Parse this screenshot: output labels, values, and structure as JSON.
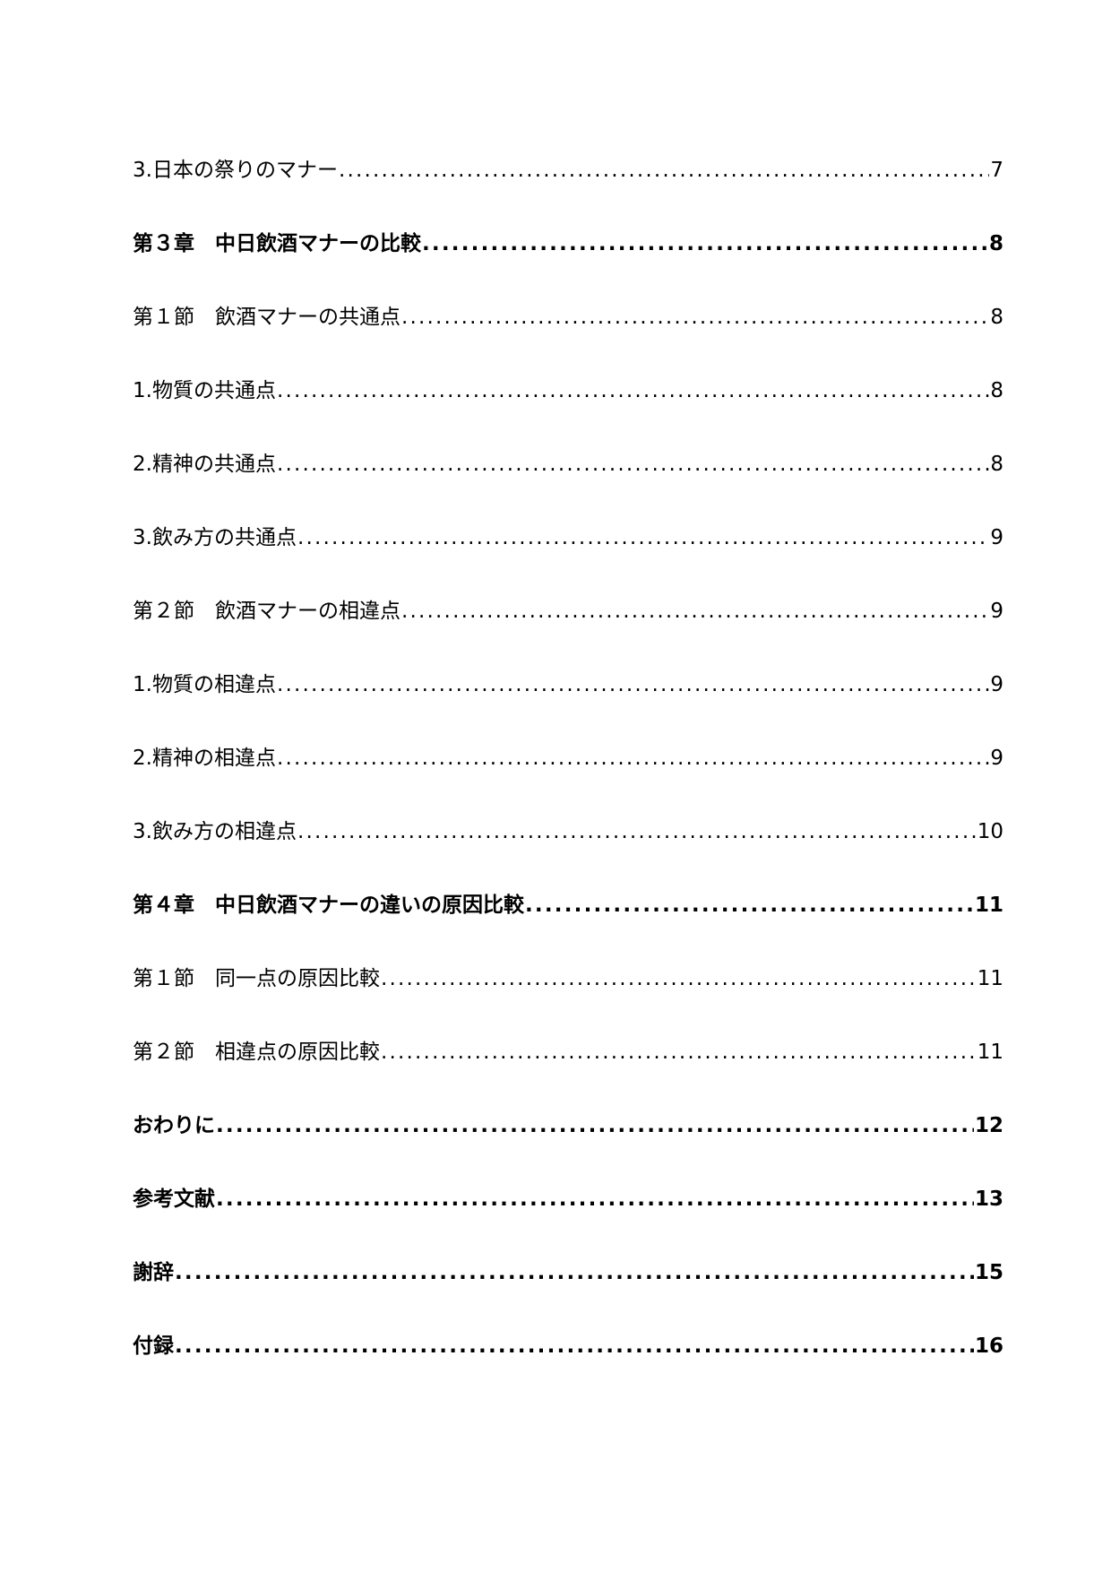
{
  "toc": {
    "entries": [
      {
        "label": "3.日本の祭りのマナー",
        "page": "7",
        "bold": false
      },
      {
        "label": "第３章　中日飲酒マナーの比較",
        "page": "8",
        "bold": true
      },
      {
        "label": "第１節　飲酒マナーの共通点",
        "page": "8",
        "bold": false
      },
      {
        "label": "1.物質の共通点",
        "page": "8",
        "bold": false
      },
      {
        "label": "2.精神の共通点",
        "page": "8",
        "bold": false
      },
      {
        "label": "3.飲み方の共通点",
        "page": "9",
        "bold": false
      },
      {
        "label": "第２節　飲酒マナーの相違点",
        "page": "9",
        "bold": false
      },
      {
        "label": "1.物質の相違点",
        "page": "9",
        "bold": false
      },
      {
        "label": "2.精神の相違点",
        "page": "9",
        "bold": false
      },
      {
        "label": "3.飲み方の相違点",
        "page": "10",
        "bold": false
      },
      {
        "label": "第４章　中日飲酒マナーの違いの原因比較",
        "page": "11",
        "bold": true
      },
      {
        "label": "第１節　同一点の原因比較",
        "page": "11",
        "bold": false
      },
      {
        "label": "第２節　相違点の原因比較",
        "page": "11",
        "bold": false
      },
      {
        "label": "おわりに",
        "page": "12",
        "bold": true
      },
      {
        "label": "参考文献",
        "page": "13",
        "bold": true
      },
      {
        "label": "謝辞",
        "page": "15",
        "bold": true
      },
      {
        "label": "付録",
        "page": "16",
        "bold": true
      }
    ]
  }
}
